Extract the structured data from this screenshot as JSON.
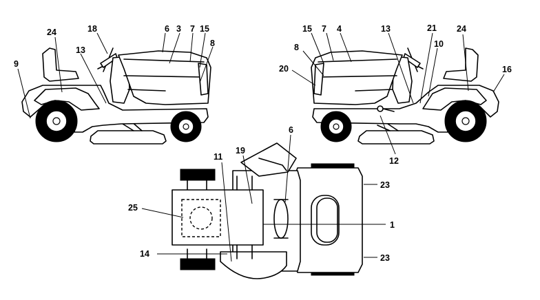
{
  "diagram": {
    "callouts_left_view": [
      "24",
      "18",
      "6",
      "3",
      "7",
      "15",
      "8",
      "9",
      "13"
    ],
    "callouts_right_view": [
      "15",
      "7",
      "4",
      "13",
      "21",
      "24",
      "8",
      "10",
      "20",
      "16",
      "12"
    ],
    "callouts_top_view": [
      "11",
      "19",
      "6",
      "23",
      "25",
      "1",
      "14",
      "23"
    ]
  }
}
